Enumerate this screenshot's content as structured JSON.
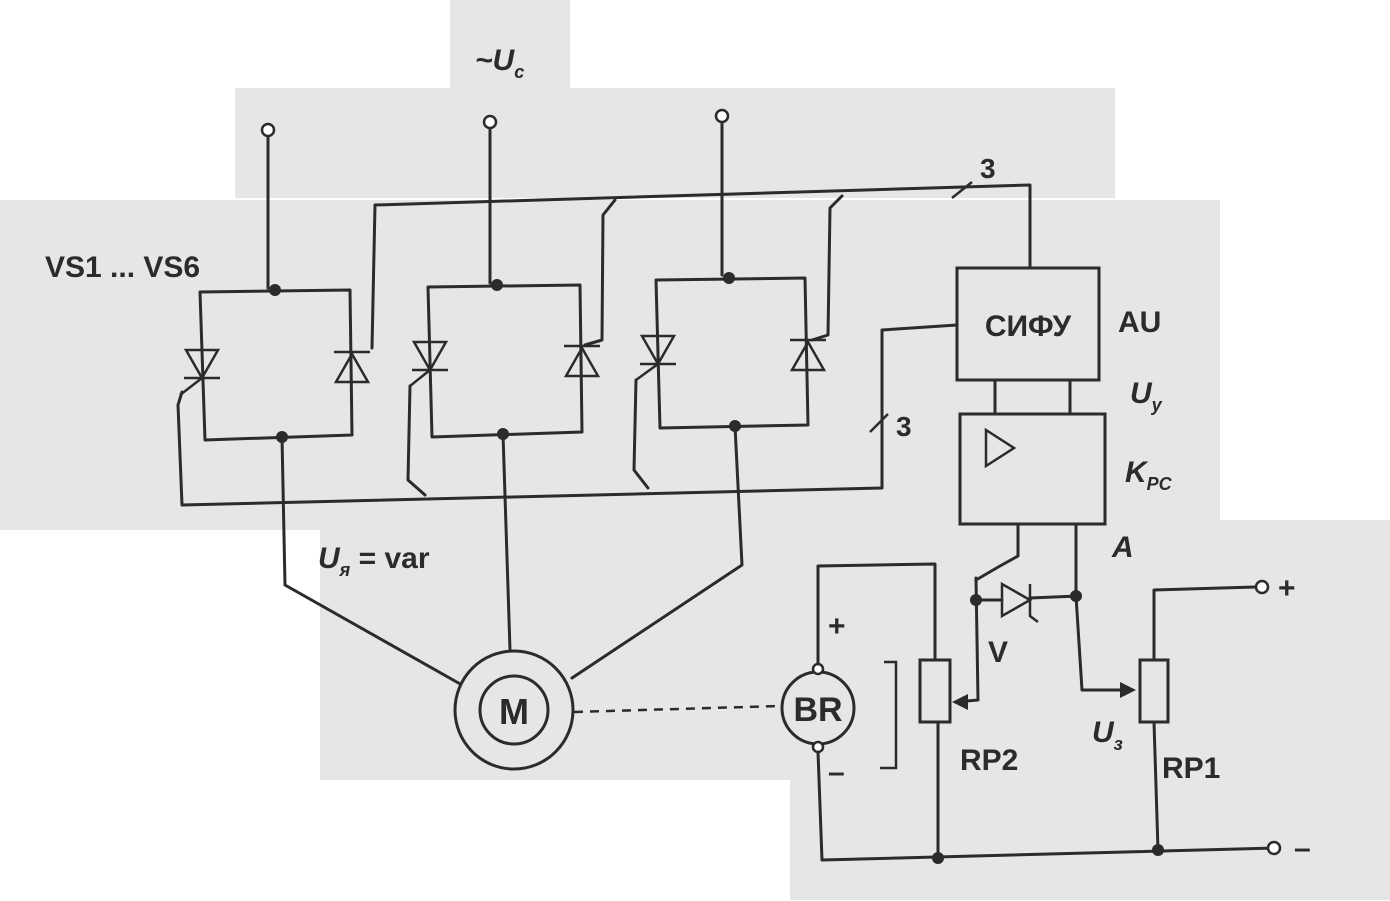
{
  "labels": {
    "supply": "~U",
    "supply_sub": "c",
    "thyristors": "VS1 ... VS6",
    "bus_count_top": "3",
    "bus_count_mid": "3",
    "control_unit": "СИФУ",
    "control_unit_ref": "AU",
    "control_voltage": "U",
    "control_voltage_sub": "y",
    "regulator": "K",
    "regulator_sub": "PC",
    "node_a": "A",
    "armature_voltage": "U",
    "armature_voltage_sub": "я",
    "armature_value": " = var",
    "motor": "M",
    "tachogenerator": "BR",
    "tacho_plus": "+",
    "tacho_minus": "–",
    "diode": "V",
    "pot_2": "RP2",
    "pot_1": "RP1",
    "setpoint_voltage": "U",
    "setpoint_voltage_sub": "з",
    "terminal_plus": "+",
    "terminal_minus": "–"
  },
  "colors": {
    "ink": "#2b2b2b",
    "paper": "#e6e6e6"
  }
}
